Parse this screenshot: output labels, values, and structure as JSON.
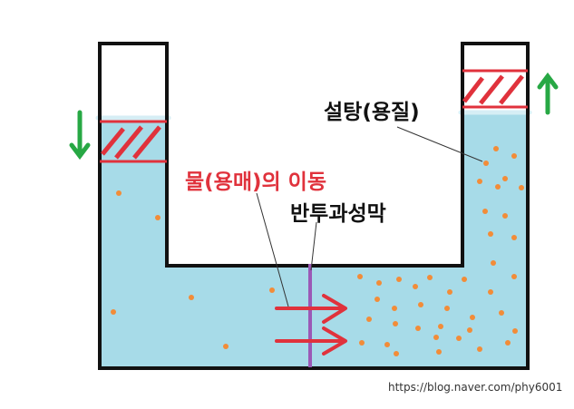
{
  "labels": {
    "solute": "설탕(용질)",
    "solvent_movement": "물(용매)의 이동",
    "membrane": "반투과성막"
  },
  "source_url": "https://blog.naver.com/phy6001",
  "colors": {
    "water": "#a7dbe8",
    "tube_outline": "#111111",
    "membrane": "#9b59b6",
    "arrow_red": "#e0323c",
    "piston_hatch": "#e0323c",
    "arrow_green": "#27a844",
    "solute_dot": "#f28c38"
  },
  "icons": {
    "left_piston_direction": "green-down-arrow-icon",
    "right_piston_direction": "green-up-arrow-icon"
  }
}
